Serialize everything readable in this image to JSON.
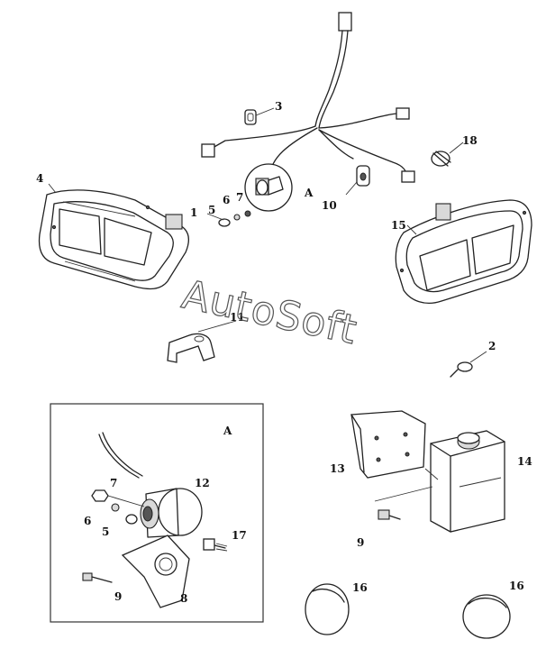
{
  "callouts": {
    "c1": "1",
    "c2": "2",
    "c3": "3",
    "c4": "4",
    "c5": "5",
    "c6": "6",
    "c7": "7",
    "c9": "9",
    "c10": "10",
    "c11": "11",
    "c12": "12",
    "c13": "13",
    "c14": "14",
    "c15": "15",
    "c16a": "16",
    "c16b": "16",
    "c17": "17",
    "c18": "18",
    "inset_c5": "5",
    "inset_c6": "6",
    "inset_c7": "7",
    "inset_c8": "8",
    "inset_c9": "9"
  },
  "detail_marker": "A",
  "inset_marker": "A",
  "watermark": "AutoSoft"
}
